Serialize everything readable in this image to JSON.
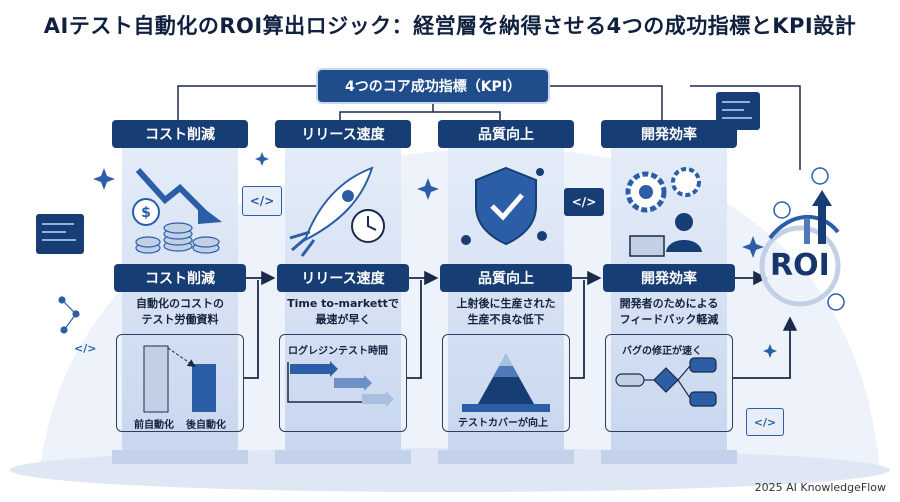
{
  "title": "AIテスト自動化のROI算出ロジック：経営層を納得させる4つの成功指標とKPI設計",
  "kpi_banner": "4つのコア成功指標（KPI）",
  "columns": [
    {
      "top_label": "コスト削減",
      "sub_label": "コスト削減",
      "desc_line1": "自動化のコストの",
      "desc_line2": "テスト労働資料",
      "panel_labels": [
        "前自動化",
        "後自動化"
      ]
    },
    {
      "top_label": "リリース速度",
      "sub_label": "リリース速度",
      "desc_line1": "Time to-markettで",
      "desc_line2": "最速が早く",
      "panel_labels": [
        "ログレジンテスト時間"
      ]
    },
    {
      "top_label": "品質向上",
      "sub_label": "品質向上",
      "desc_line1": "上射後に生産された",
      "desc_line2": "生産不良な低下",
      "panel_labels": [
        "テストカバーが向上"
      ]
    },
    {
      "top_label": "開発効率",
      "sub_label": "開発効率",
      "desc_line1": "開発者のためによる",
      "desc_line2": "フィードバック軽減",
      "panel_labels": [
        "バグの修正が速く"
      ]
    }
  ],
  "roi_label": "ROI",
  "code_glyph": "</>",
  "footer": "2025 AI KnowledgeFlow",
  "colors": {
    "navy": "#173e74",
    "accent": "#1f4d8c",
    "light": "#dfe8f6",
    "mid": "#9fb6da"
  }
}
